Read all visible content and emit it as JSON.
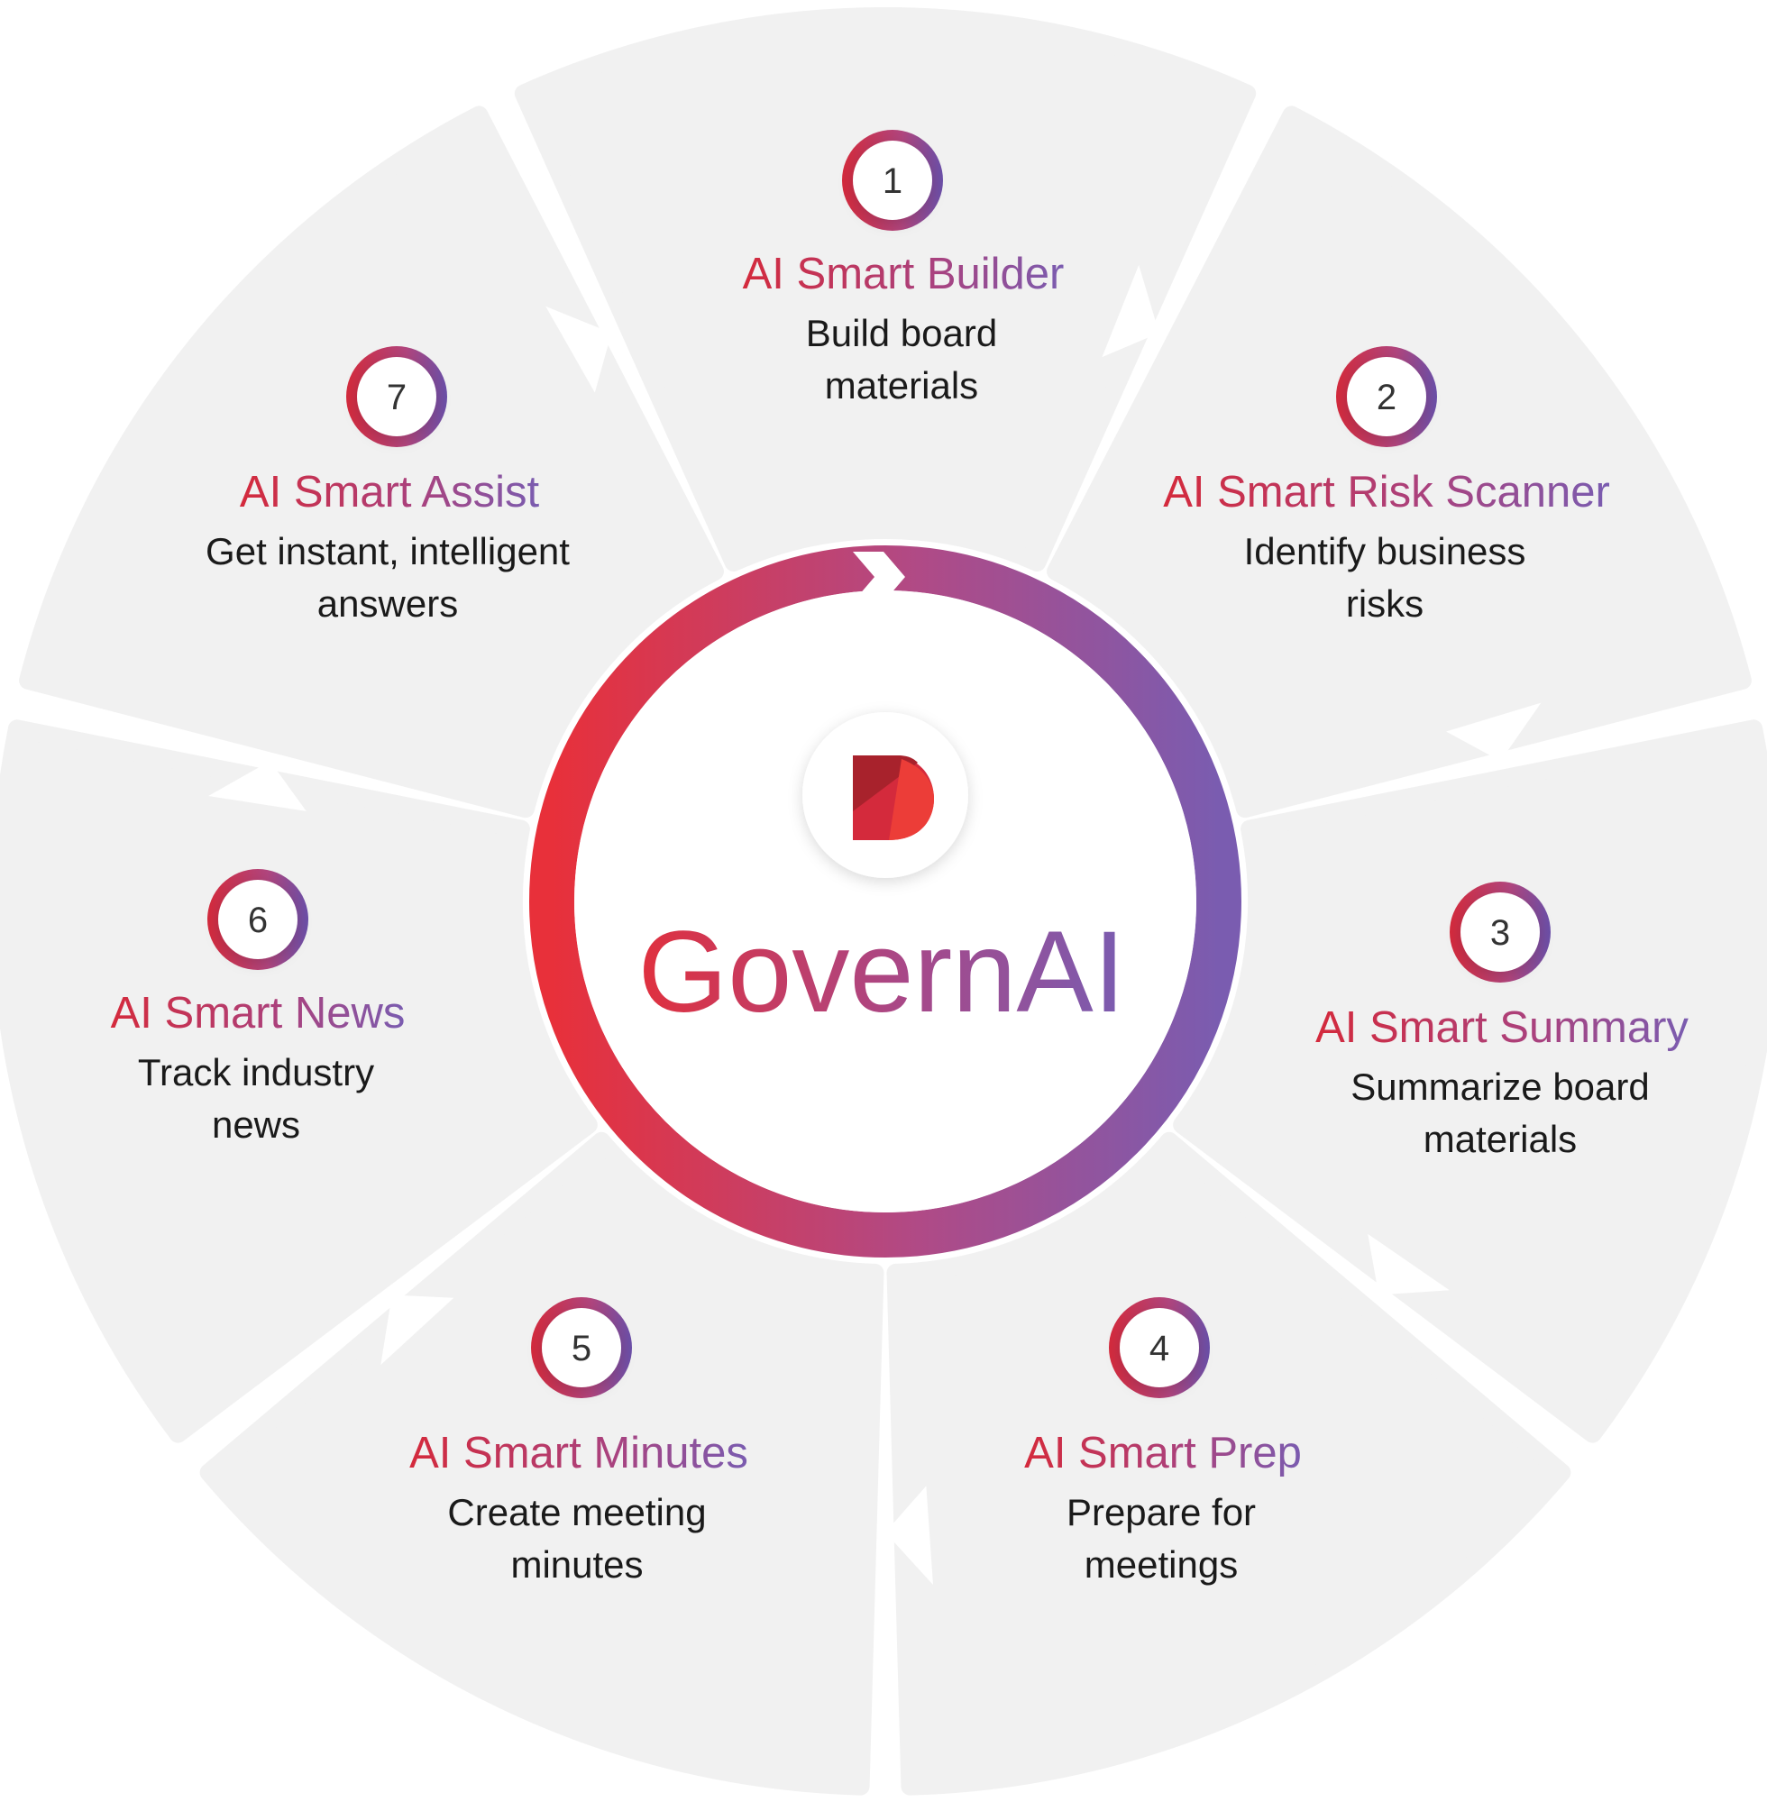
{
  "brand": {
    "name": "GovernAI",
    "gradient_start": "#e8303a",
    "gradient_end": "#7a5cb0"
  },
  "steps": [
    {
      "number": "1",
      "title": "AI Smart Builder",
      "line1": "Build board",
      "line2": "materials"
    },
    {
      "number": "2",
      "title": "AI Smart Risk Scanner",
      "line1": "Identify business",
      "line2": "risks"
    },
    {
      "number": "3",
      "title": "AI Smart Summary",
      "line1": "Summarize board",
      "line2": "materials"
    },
    {
      "number": "4",
      "title": "AI Smart Prep",
      "line1": "Prepare for",
      "line2": "meetings"
    },
    {
      "number": "5",
      "title": "AI Smart Minutes",
      "line1": "Create meeting",
      "line2": "minutes"
    },
    {
      "number": "6",
      "title": "AI Smart News",
      "line1": "Track industry",
      "line2": "news"
    },
    {
      "number": "7",
      "title": "AI Smart Assist",
      "line1": "Get instant, intelligent",
      "line2": "answers"
    }
  ],
  "colors": {
    "segment_fill": "#f1f1f1",
    "badge_red": "#d42a3c",
    "badge_purple": "#6a4fa8"
  },
  "icons": {
    "logo": "governai-d-logo-icon",
    "chevron": "chevron-right-icon"
  }
}
